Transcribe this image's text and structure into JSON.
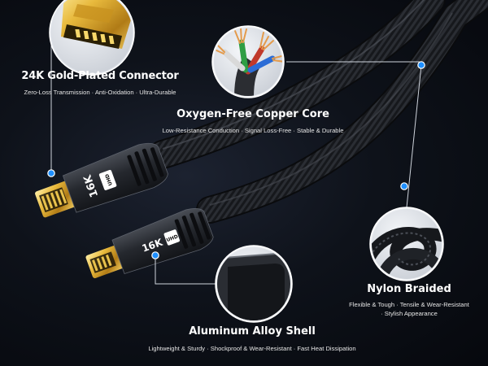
{
  "features": {
    "connector": {
      "title": "24K Gold-Plated Connector",
      "description": "Zero-Loss Transmission · Anti-Oxidation · Ultra-Durable"
    },
    "copper": {
      "title": "Oxygen-Free Copper Core",
      "description": "Low-Resistance Conduction · Signal Loss-Free · Stable & Durable"
    },
    "nylon": {
      "title": "Nylon Braided",
      "description": "Flexible & Tough · Tensile & Wear-Resistant · Stylish Appearance"
    },
    "shell": {
      "title": "Aluminum Alloy Shell",
      "description": "Lightweight & Sturdy · Shockproof & Wear-Resistant · Fast Heat Dissipation"
    }
  },
  "cable": {
    "resolution_label": "16K",
    "logo_label": "UHD"
  },
  "colors": {
    "accent_dot": "#1e8fff",
    "gold": "#e0b33a",
    "cable_braid": "#1a1c20",
    "background": "#0b0e14"
  }
}
